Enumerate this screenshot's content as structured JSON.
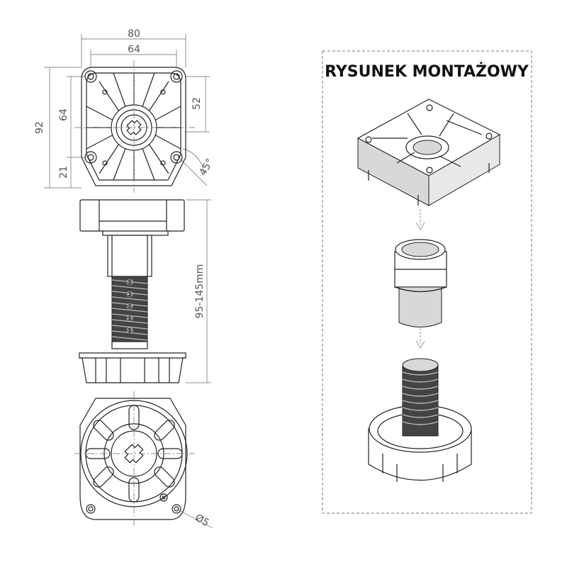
{
  "title": "RYSUNEK MONTAŻOWY",
  "dimensions": {
    "width_outer": "80",
    "width_inner": "64",
    "height_outer": "92",
    "height_inner": "64",
    "height_right": "52",
    "offset": "21",
    "angle": "45°",
    "height_range": "95-145mm",
    "hole_diameter": "Ø5"
  },
  "thread_marks": [
    "10",
    "20",
    "30",
    "40",
    "50"
  ]
}
